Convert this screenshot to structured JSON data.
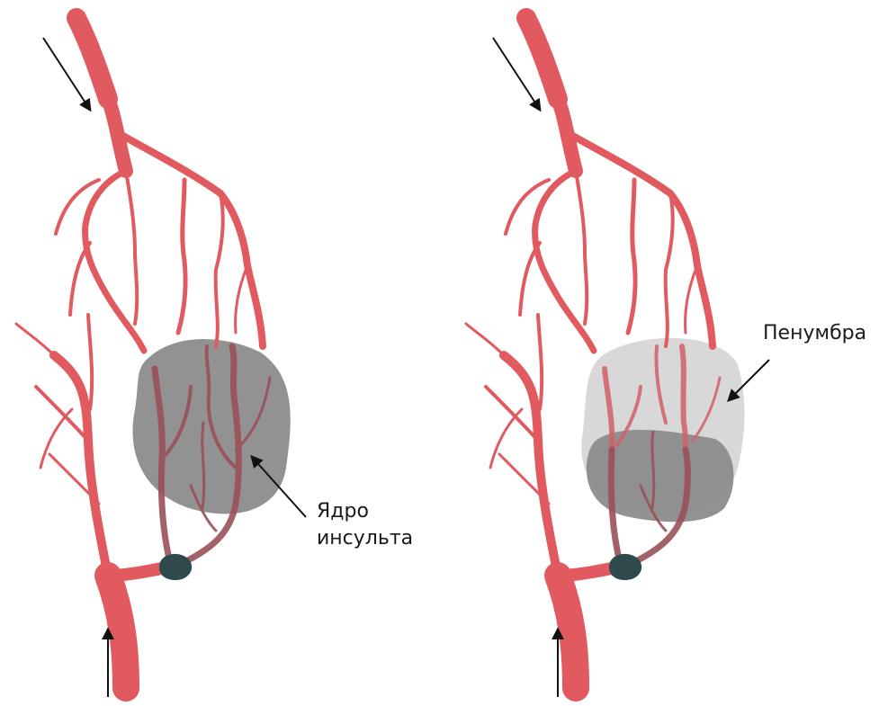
{
  "labels": {
    "core_line1": "Ядро",
    "core_line2": "инсульта",
    "penumbra": "Пенумбра"
  },
  "colors": {
    "artery": "#e05a5f",
    "ischemic_vessel": "#9a5158",
    "clot": "#2f4a4c",
    "core": "#8c8c8c",
    "penumbra": "#d6d6d6",
    "arrow": "#111111"
  }
}
